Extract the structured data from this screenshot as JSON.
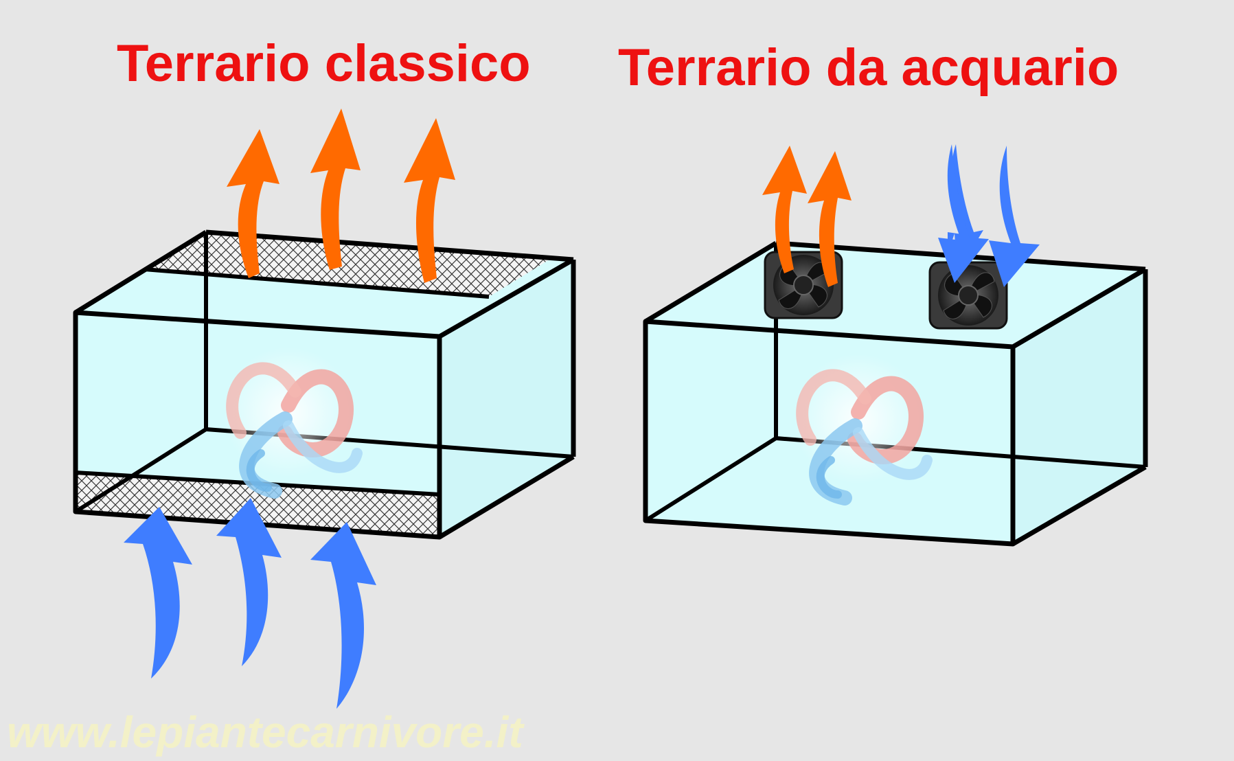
{
  "titles": {
    "left": "Terrario classico",
    "right": "Terrario da acquario"
  },
  "watermark": "www.lepiantecarnivore.it",
  "colors": {
    "background": "#e6e6e6",
    "title": "#ee1111",
    "glass": "#d6fbfc",
    "warm_air": "#ff6a00",
    "cool_air": "#3f7dff",
    "outline": "#000000",
    "watermark": "#f3f1c8"
  },
  "icons": {
    "warm_air": "warm-air-arrow-icon",
    "cool_air": "cool-air-arrow-icon",
    "fan": "fan-icon",
    "swirl": "air-swirl-icon",
    "mesh": "mesh-vent-icon"
  }
}
